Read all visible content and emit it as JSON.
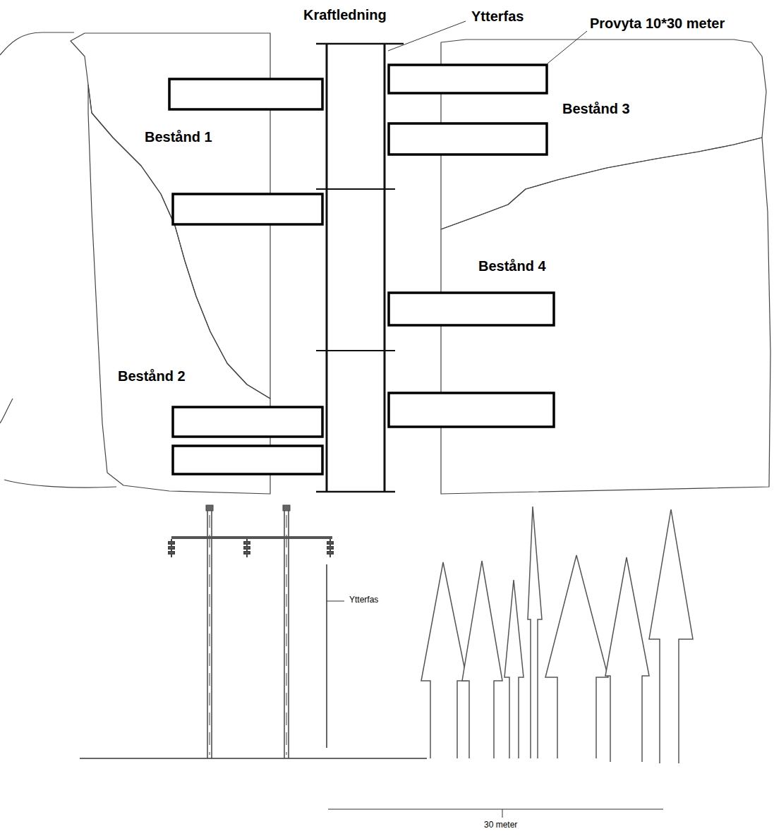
{
  "diagram": {
    "nodes": [
      {
        "text": [
          "Bestånd 1"
        ]
      },
      {
        "text": [
          "Bestånd 3"
        ]
      },
      {
        "text": [
          "Bestånd 4"
        ]
      },
      {
        "text": [
          "Bestånd 2"
        ]
      }
    ],
    "labels": [
      "Kraftledning",
      "Ytterfas",
      "Provyta 10*30 meter",
      "Ytterfas",
      "30 meter"
    ]
  }
}
